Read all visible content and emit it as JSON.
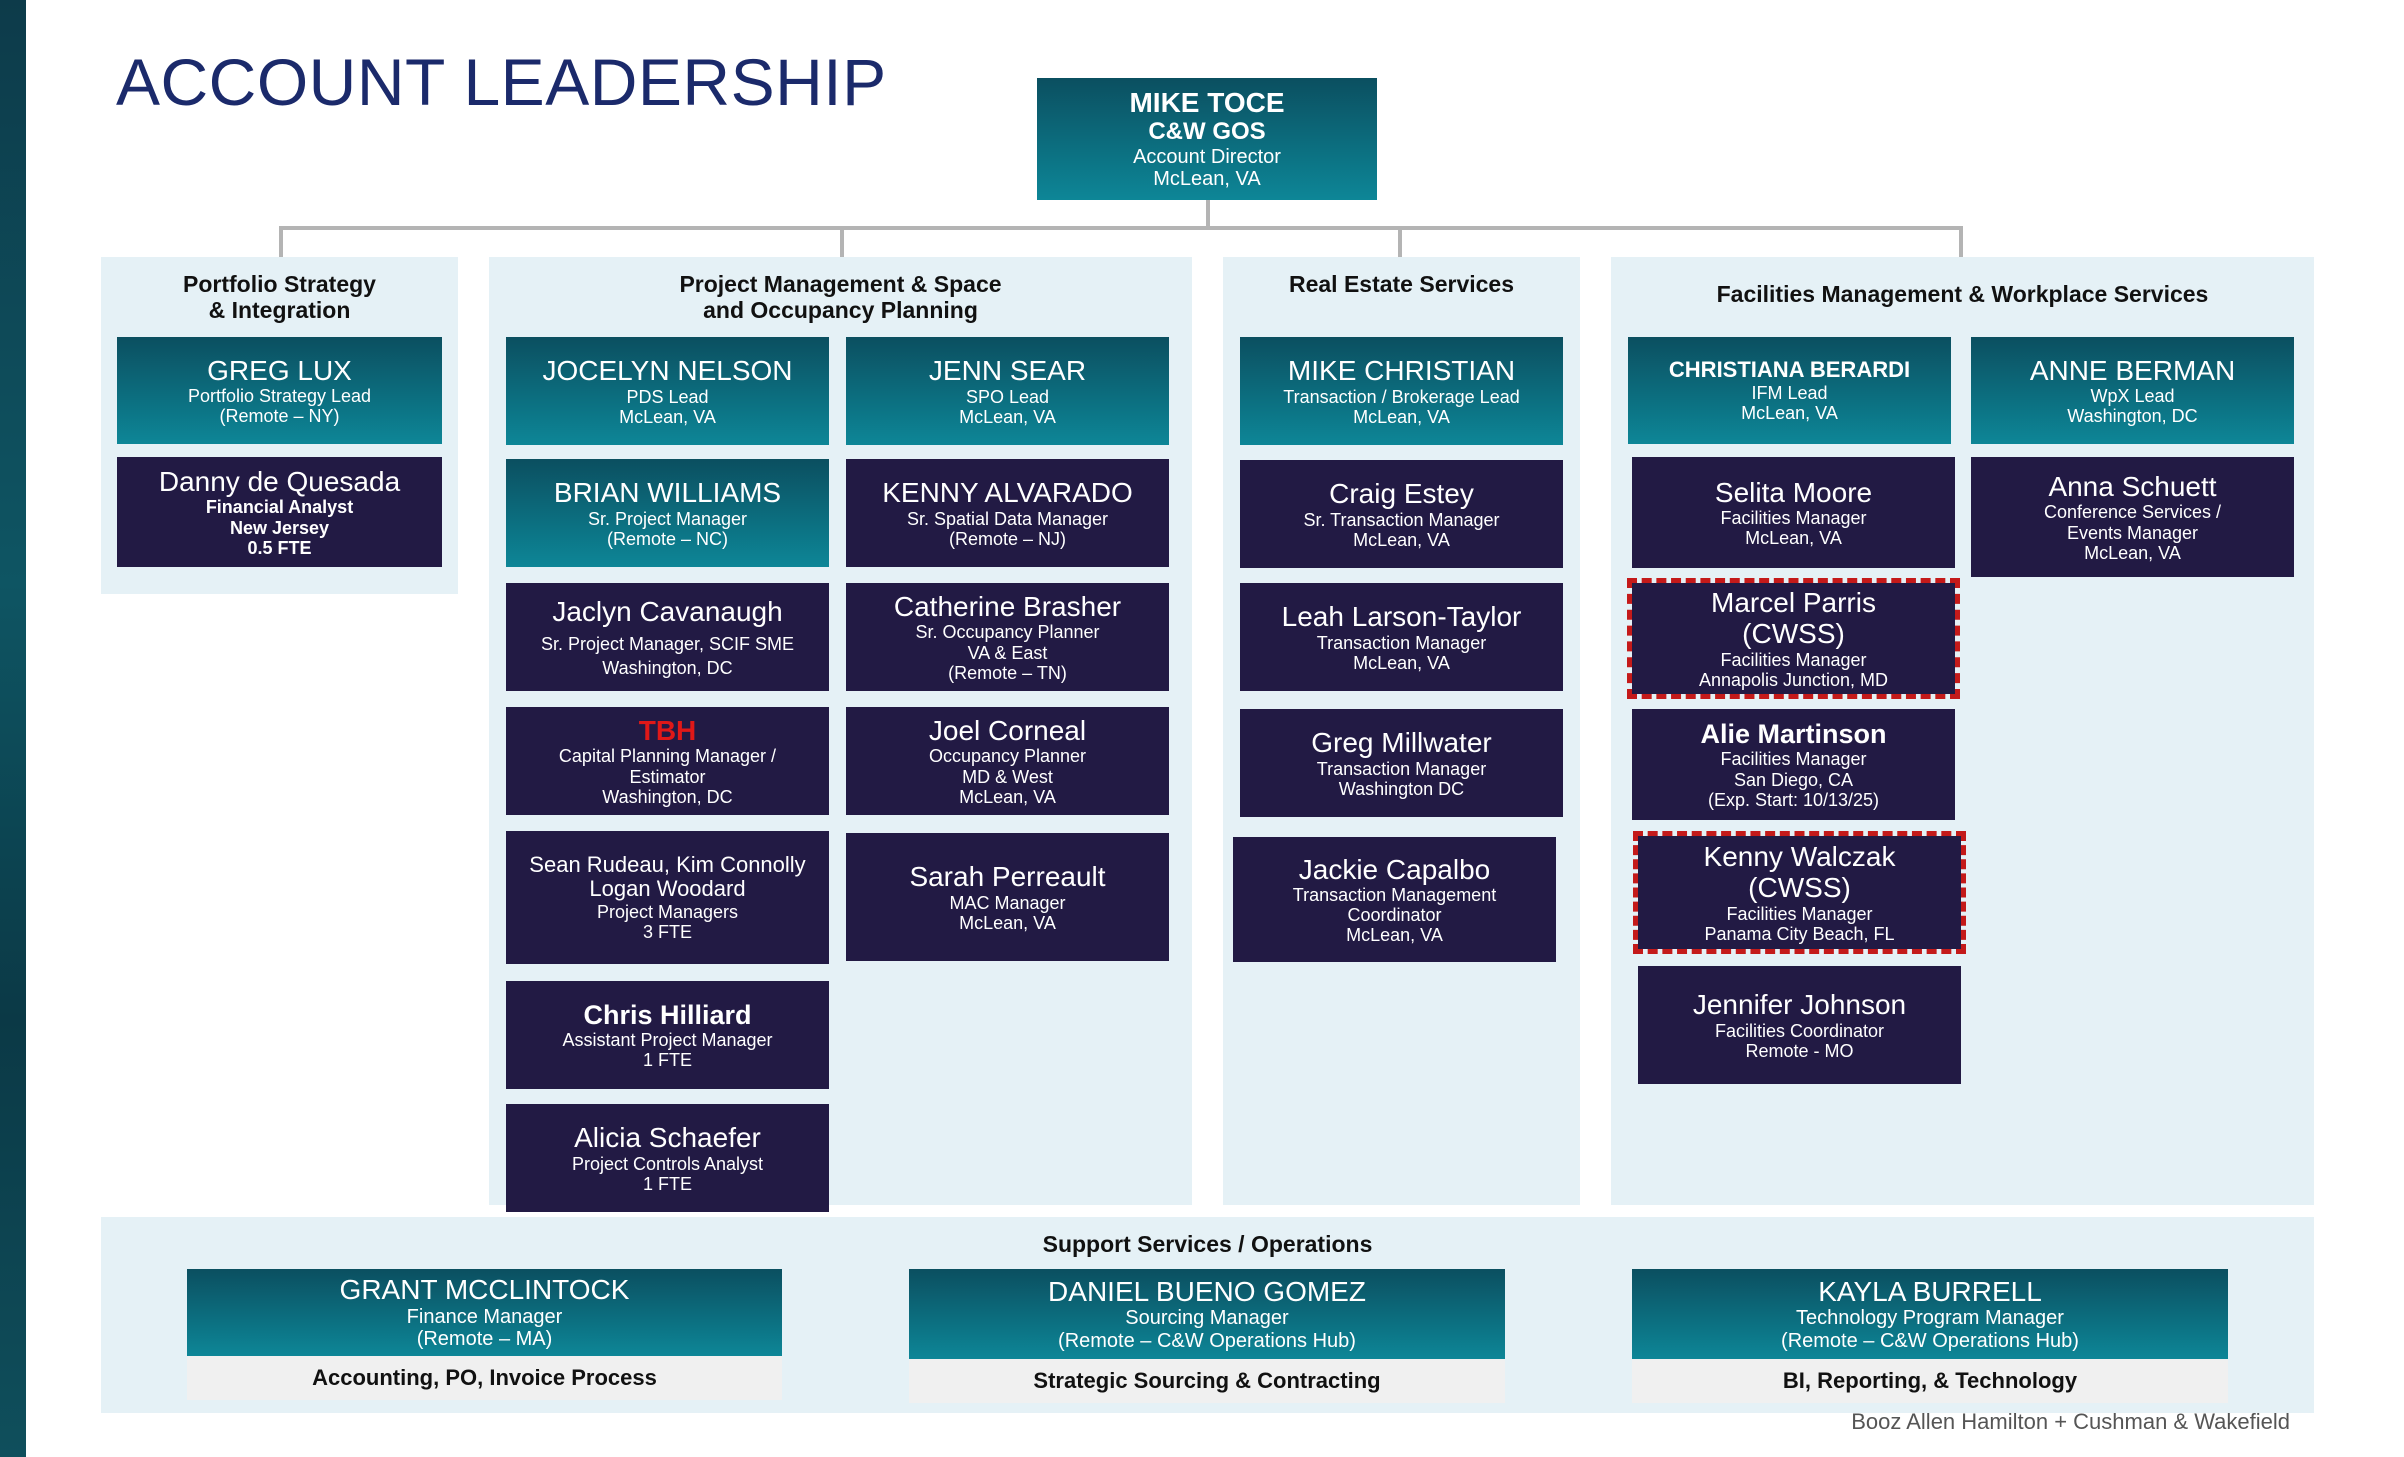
{
  "header": {
    "title": "ACCOUNT LEADERSHIP"
  },
  "director": {
    "name": "MIKE TOCE",
    "org": "C&W GOS",
    "role": "Account Director",
    "location": "McLean, VA"
  },
  "portfolio": {
    "title_line1": "Portfolio Strategy",
    "title_line2": "& Integration",
    "lead": {
      "name": "GREG LUX",
      "role": "Portfolio Strategy Lead",
      "location": "(Remote – NY)"
    },
    "members": [
      {
        "name": "Danny de Quesada",
        "role": "Financial Analyst",
        "location": "New Jersey",
        "fte": "0.5 FTE"
      }
    ]
  },
  "pm": {
    "title_line1": "Project Management & Space",
    "title_line2": "and Occupancy Planning",
    "col1": [
      {
        "name": "JOCELYN NELSON",
        "role": "PDS Lead",
        "location": "McLean, VA"
      },
      {
        "name": "BRIAN WILLIAMS",
        "role": "Sr. Project Manager",
        "location": "(Remote – NC)"
      },
      {
        "name": "Jaclyn Cavanaugh",
        "role": "Sr. Project Manager, SCIF SME",
        "location": "Washington, DC"
      },
      {
        "name": "TBH",
        "role": "Capital Planning Manager /",
        "role2": "Estimator",
        "location": "Washington, DC"
      },
      {
        "name": "Sean Rudeau, Kim Connolly",
        "name2": "Logan Woodard",
        "role": "Project Managers",
        "fte": "3 FTE"
      },
      {
        "name": "Chris Hilliard",
        "role": "Assistant Project Manager",
        "fte": "1 FTE"
      },
      {
        "name": "Alicia Schaefer",
        "role": "Project Controls Analyst",
        "fte": "1 FTE"
      }
    ],
    "col2": [
      {
        "name": "JENN SEAR",
        "role": "SPO Lead",
        "location": "McLean, VA"
      },
      {
        "name": "KENNY ALVARADO",
        "role": "Sr. Spatial Data Manager",
        "location": "(Remote – NJ)"
      },
      {
        "name": "Catherine Brasher",
        "role": "Sr. Occupancy Planner",
        "region": "VA & East",
        "location": "(Remote – TN)"
      },
      {
        "name": "Joel Corneal",
        "role": "Occupancy Planner",
        "region": "MD & West",
        "location": "McLean, VA"
      },
      {
        "name": "Sarah Perreault",
        "role": "MAC Manager",
        "location": "McLean, VA"
      }
    ]
  },
  "res": {
    "title": "Real Estate Services",
    "members": [
      {
        "name": "MIKE CHRISTIAN",
        "role": "Transaction / Brokerage Lead",
        "location": "McLean, VA"
      },
      {
        "name": "Craig Estey",
        "role": "Sr. Transaction Manager",
        "location": "McLean, VA"
      },
      {
        "name": "Leah Larson-Taylor",
        "role": "Transaction Manager",
        "location": "McLean, VA"
      },
      {
        "name": "Greg Millwater",
        "role": "Transaction Manager",
        "location": "Washington DC"
      },
      {
        "name": "Jackie Capalbo",
        "role": "Transaction Management",
        "role2": "Coordinator",
        "location": "McLean, VA"
      }
    ]
  },
  "fm": {
    "title": "Facilities Management & Workplace Services",
    "col1": [
      {
        "name": "CHRISTIANA BERARDI",
        "role": "IFM Lead",
        "location": "McLean, VA"
      },
      {
        "name": "Selita Moore",
        "role": "Facilities Manager",
        "location": "McLean, VA"
      },
      {
        "name": "Marcel Parris",
        "name2": "(CWSS)",
        "role": "Facilities Manager",
        "location": "Annapolis Junction, MD"
      },
      {
        "name": "Alie Martinson",
        "role": "Facilities Manager",
        "location": "San Diego, CA",
        "note": "(Exp. Start: 10/13/25)"
      },
      {
        "name": "Kenny Walczak",
        "name2": "(CWSS)",
        "role": "Facilities Manager",
        "location": "Panama City Beach, FL"
      },
      {
        "name": "Jennifer Johnson",
        "role": "Facilities Coordinator",
        "location": "Remote - MO"
      }
    ],
    "col2": [
      {
        "name": "ANNE BERMAN",
        "role": "WpX Lead",
        "location": "Washington, DC"
      },
      {
        "name": "Anna Schuett",
        "role": "Conference Services /",
        "role2": "Events Manager",
        "location": "McLean, VA"
      }
    ]
  },
  "support": {
    "title": "Support Services / Operations",
    "members": [
      {
        "name": "GRANT MCCLINTOCK",
        "role": "Finance Manager",
        "location": "(Remote – MA)",
        "function": "Accounting, PO, Invoice Process"
      },
      {
        "name": "DANIEL BUENO GOMEZ",
        "role": "Sourcing Manager",
        "location": "(Remote – C&W Operations Hub)",
        "function": "Strategic Sourcing & Contracting"
      },
      {
        "name": "KAYLA BURRELL",
        "role": "Technology Program Manager",
        "location": "(Remote – C&W Operations Hub)",
        "function": "BI, Reporting, & Technology"
      }
    ]
  },
  "footer": {
    "text": "Booz Allen Hamilton + Cushman & Wakefield"
  },
  "colors": {
    "teal_top": "#0b4f60",
    "teal_bottom": "#0d8697",
    "navy": "#221a44",
    "panel": "#e5f1f6",
    "tbh_red": "#e01818",
    "dash_red": "#c41a1a",
    "title_blue": "#1b2a6b"
  }
}
